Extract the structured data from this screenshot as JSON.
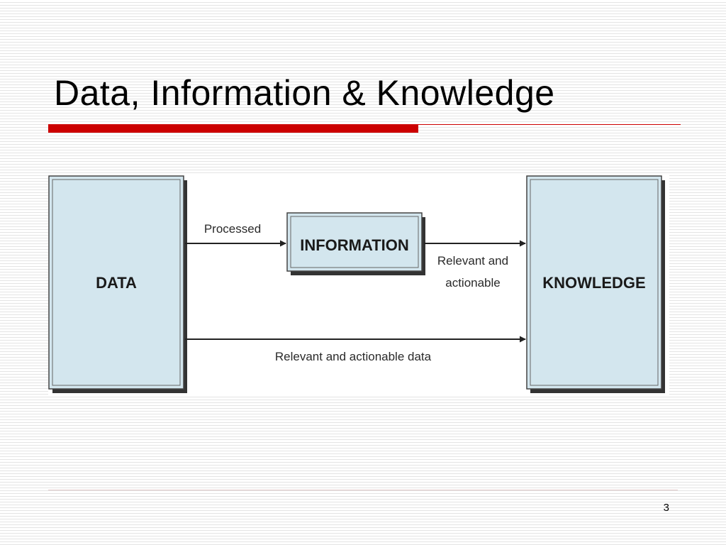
{
  "slide": {
    "title": "Data, Information & Knowledge",
    "page_number": "3"
  },
  "diagram": {
    "nodes": {
      "data": "DATA",
      "information": "INFORMATION",
      "knowledge": "KNOWLEDGE"
    },
    "edges": {
      "data_to_information": "Processed",
      "information_to_knowledge_line1": "Relevant and",
      "information_to_knowledge_line2": "actionable",
      "data_to_knowledge": "Relevant and actionable data"
    }
  },
  "colors": {
    "box_fill": "#d3e6ee",
    "accent_red": "#cc0000"
  }
}
